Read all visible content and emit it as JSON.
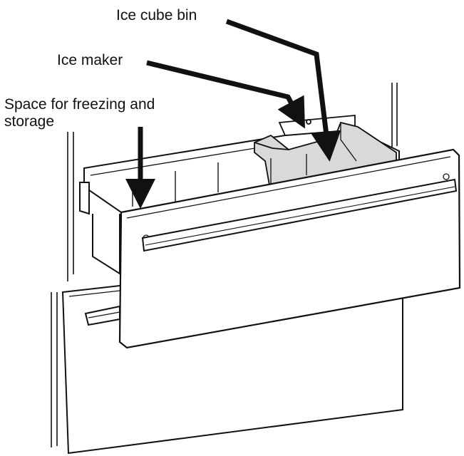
{
  "labels": {
    "ice_cube_bin": "Ice cube bin",
    "ice_maker": "Ice maker",
    "space_line1": "Space for freezing and",
    "space_line2": "storage"
  },
  "colors": {
    "line": "#111111",
    "bin_fill": "#d9d9d9",
    "background": "#ffffff"
  }
}
